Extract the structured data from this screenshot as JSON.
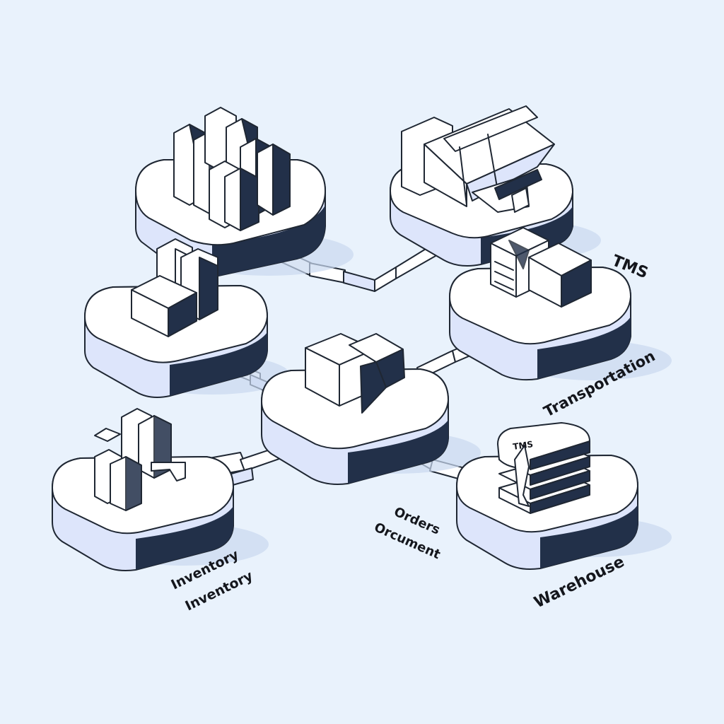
{
  "colors": {
    "background": "#e9f2fc",
    "platform_top": "#ffffff",
    "platform_side": "#dde5fb",
    "platform_dark": "#223049",
    "outline": "#1f2733",
    "shadow": "#c9d9ef",
    "text": "#14161c"
  },
  "labels": {
    "tms": "TMS",
    "transportation": "Transportation",
    "inventory_1": "Inventory",
    "inventory_2": "Inventory",
    "orders": "Orders",
    "orcument": "Orcument",
    "warehouse": "Warehouse",
    "server_tag": "TMS"
  },
  "icons": {
    "top_left": "box-stack-icon",
    "top_right": "truck-icon",
    "mid_left": "boxes-icon",
    "mid_right": "document-box-icon",
    "center": "open-box-icon",
    "bottom_left": "inventory-shelf-icon",
    "bottom_right": "server-stack-icon"
  }
}
